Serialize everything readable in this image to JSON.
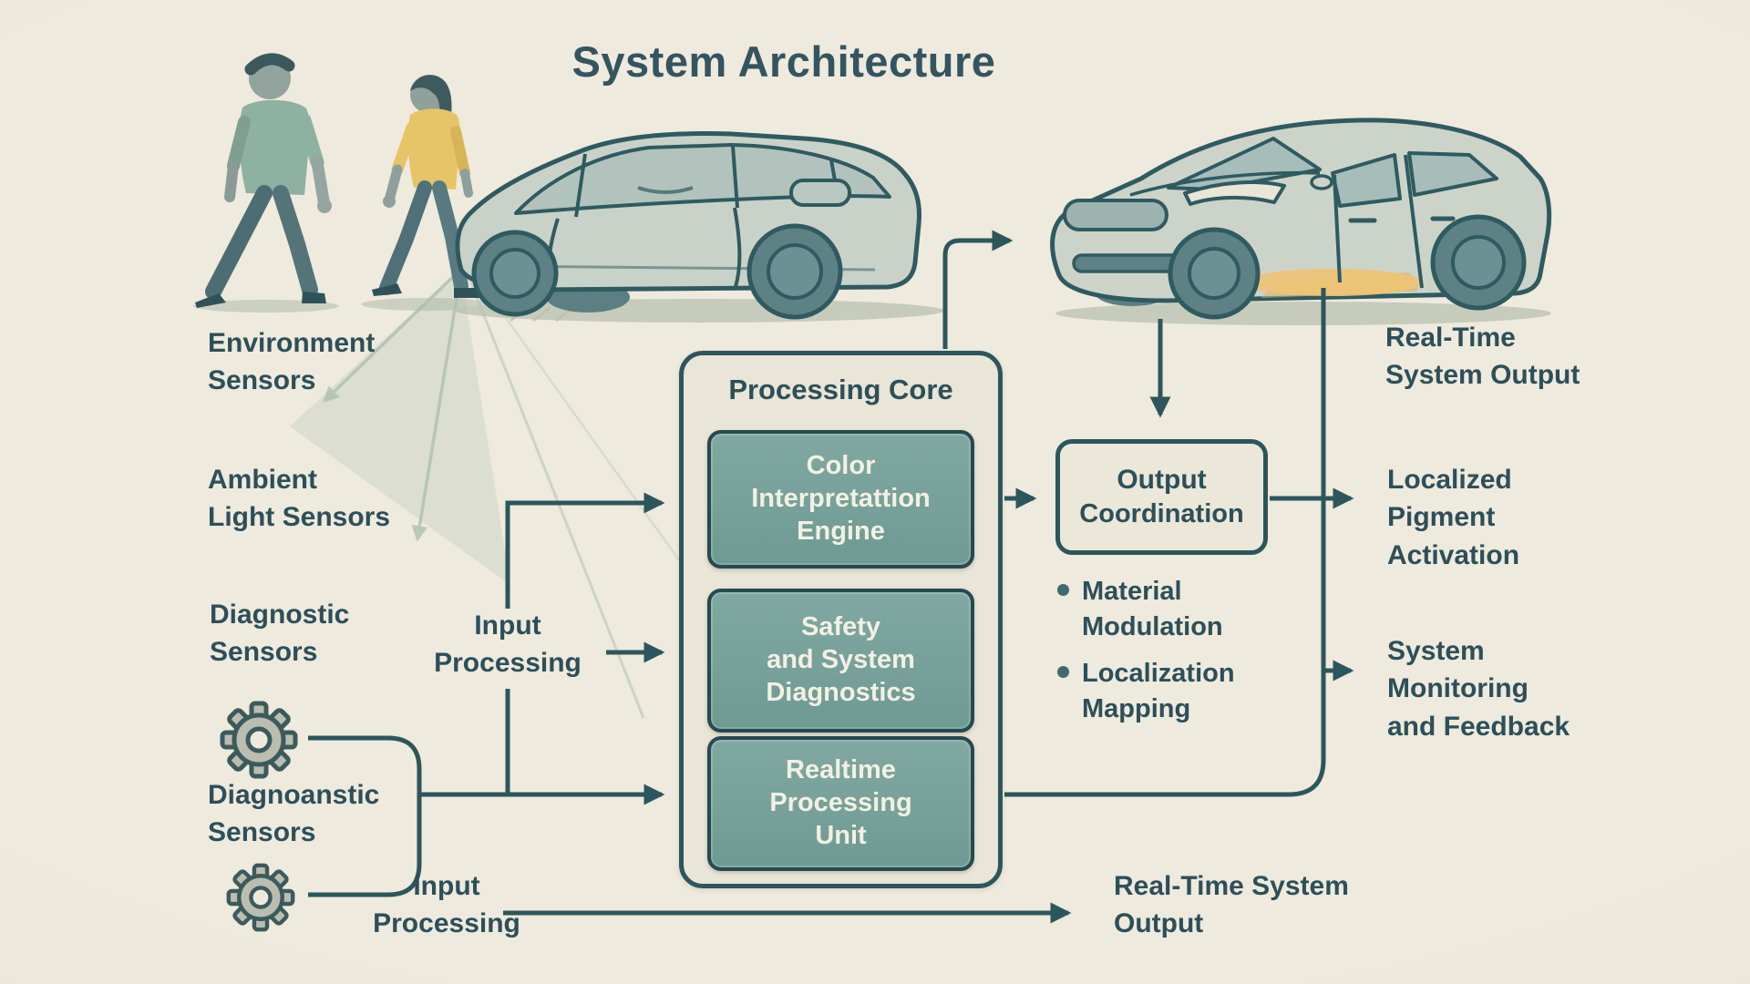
{
  "title": "System Architecture",
  "colors": {
    "background": "#ede9dc",
    "ink": "#2c565c",
    "text": "#2d4f59",
    "module_fill": "#78a29c",
    "module_text": "#f3f0e3",
    "pigment_accent": "#eab763",
    "illustration_body": "#cbd3c8"
  },
  "icons": [
    "gear-icon",
    "gear-icon"
  ],
  "labels": {
    "environment_sensors": {
      "lines": [
        "Environment",
        "Sensors"
      ]
    },
    "ambient_light_sensors": {
      "lines": [
        "Ambient",
        "Light Sensors"
      ]
    },
    "diagnostic_sensors": {
      "lines": [
        "Diagnostic",
        "Sensors"
      ]
    },
    "diagnoanstic_sensors": {
      "lines": [
        "Diagnoanstic",
        "Sensors"
      ]
    },
    "input_processing_mid": {
      "lines": [
        "Input",
        "Processing"
      ]
    },
    "input_processing_bottom": {
      "lines": [
        "Input",
        "Processing"
      ]
    },
    "real_time_output_top": {
      "lines": [
        "Real-Time",
        "System Output"
      ]
    },
    "localized_pigment_activation": {
      "lines": [
        "Localized",
        "Pigment",
        "Activation"
      ]
    },
    "system_monitoring_feedback": {
      "lines": [
        "System",
        "Monitoring",
        "and Feedback"
      ]
    },
    "real_time_output_bottom": {
      "lines": [
        "Real-Time System",
        "Output"
      ]
    }
  },
  "processing_core": {
    "title": "Processing Core",
    "modules": [
      {
        "lines": [
          "Color",
          "Interpretattion",
          "Engine"
        ]
      },
      {
        "lines": [
          "Safety",
          "and System",
          "Diagnostics"
        ]
      },
      {
        "lines": [
          "Realtime",
          "Processing",
          "Unit"
        ]
      }
    ]
  },
  "output_coordination": {
    "lines": [
      "Output",
      "Coordination"
    ],
    "bullets": [
      {
        "text": "Material Modulation"
      },
      {
        "text": "Localization Mapping"
      }
    ]
  }
}
